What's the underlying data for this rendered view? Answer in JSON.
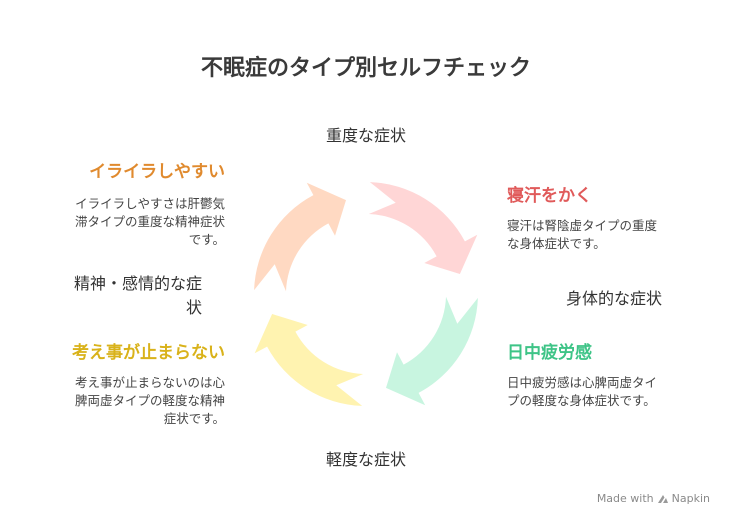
{
  "title": "不眠症のタイプ別セルフチェック",
  "axes": {
    "top": "重度な症状",
    "bottom": "軽度な症状",
    "left_line1": "精神・感情的な症",
    "left_line2": "状",
    "right": "身体的な症状"
  },
  "quadrants": {
    "top_left": {
      "heading": "イライラしやすい",
      "desc_lines": [
        "イライラしやすさは肝鬱気",
        "滞タイプの重度な精神症状",
        "です。"
      ],
      "color": "#ffd9c2",
      "heading_color": "#e08a2e"
    },
    "top_right": {
      "heading": "寝汗をかく",
      "desc_lines": [
        "寝汗は腎陰虚タイプの重度",
        "な身体症状です。"
      ],
      "color": "#ffd6d6",
      "heading_color": "#e05a5a"
    },
    "bottom_left": {
      "heading": "考え事が止まらない",
      "desc_lines": [
        "考え事が止まらないのは心",
        "脾両虚タイプの軽度な精神",
        "症状です。"
      ],
      "color": "#fff3b0",
      "heading_color": "#d9b21a"
    },
    "bottom_right": {
      "heading": "日中疲労感",
      "desc_lines": [
        "日中疲労感は心脾両虚タイ",
        "プの軽度な身体症状です。"
      ],
      "color": "#c8f5e0",
      "heading_color": "#3ec487"
    }
  },
  "brand": {
    "text": "Made with",
    "name": "Napkin"
  }
}
